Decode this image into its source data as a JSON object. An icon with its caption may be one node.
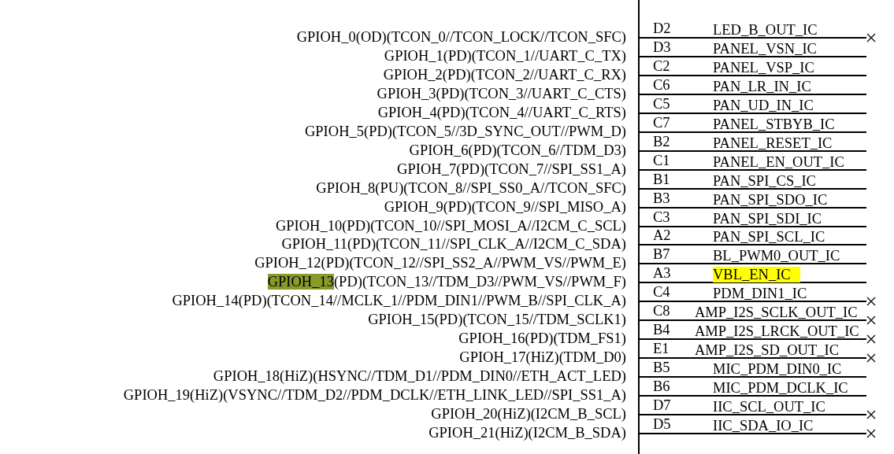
{
  "diagram": {
    "nodes": [
      {
        "text": [
          "GPIOH_0(OD)(TCON_0//TCON_LOCK//TCON_SFC)",
          "GPIOH_1(PD)(TCON_1//UART_C_TX)",
          "GPIOH_2(PD)(TCON_2//UART_C_RX)",
          "GPIOH_3(PD)(TCON_3//UART_C_CTS)",
          "GPIOH_4(PD)(TCON_4//UART_C_RTS)",
          "GPIOH_5(PD)(TCON_5//3D_SYNC_OUT//PWM_D)",
          "GPIOH_6(PD)(TCON_6//TDM_D3)",
          "GPIOH_7(PD)(TCON_7//SPI_SS1_A)",
          "GPIOH_8(PU)(TCON_8//SPI_SS0_A//TCON_SFC)",
          "GPIOH_9(PD)(TCON_9//SPI_MISO_A)",
          "GPIOH_10(PD)(TCON_10//SPI_MOSI_A//I2CM_C_SCL)",
          "GPIOH_11(PD)(TCON_11//SPI_CLK_A//I2CM_C_SDA)",
          "GPIOH_12(PD)(TCON_12//SPI_SS2_A//PWM_VS//PWM_E)",
          "GPIOH_13(PD)(TCON_13//TDM_D3//PWM_VS//PWM_F)",
          "GPIOH_14(PD)(TCON_14//MCLK_1//PDM_DIN1//PWM_B//SPI_CLK_A)",
          "GPIOH_15(PD)(TCON_15//TDM_SCLK1)",
          "GPIOH_16(PD)(TDM_FS1)",
          "GPIOH_17(HiZ)(TDM_D0)",
          "GPIOH_18(HiZ)(HSYNC//TDM_D1//PDM_DIN0//ETH_ACT_LED)",
          "GPIOH_19(HiZ)(VSYNC//TDM_D2//PDM_DCLK//ETH_LINK_LED//SPI_SS1_A)",
          "GPIOH_20(HiZ)(I2CM_B_SCL)",
          "GPIOH_21(HiZ)(I2CM_B_SDA)"
        ]
      },
      {
        "text": [
          "LED_B_OUT_IC"
        ]
      },
      {
        "text": [
          "PANEL_VSN_IC"
        ]
      },
      {
        "text": [
          "PANEL_VSP_IC"
        ]
      },
      {
        "text": [
          "PAN_LR_IN_IC"
        ]
      },
      {
        "text": [
          "PAN_UD_IN_IC"
        ]
      },
      {
        "text": [
          "PANEL_STBYB_IC"
        ]
      },
      {
        "text": [
          "PANEL_RESET_IC"
        ]
      },
      {
        "text": [
          "PANEL_EN_OUT_IC"
        ]
      },
      {
        "text": [
          "PAN_SPI_CS_IC"
        ]
      },
      {
        "text": [
          "PAN_SPI_SDO_IC"
        ]
      },
      {
        "text": [
          "PAN_SPI_SDI_IC"
        ]
      },
      {
        "text": [
          "PAN_SPI_SCL_IC"
        ]
      },
      {
        "text": [
          "BL_PWM0_OUT_IC"
        ]
      },
      {
        "text": [
          "VBL_EN_IC"
        ]
      },
      {
        "text": [
          "PDM_DIN1_IC"
        ]
      },
      {
        "text": [
          "AMP_I2S_SCLK_OUT_IC"
        ]
      },
      {
        "text": [
          "AMP_I2S_LRCK_OUT_IC"
        ]
      },
      {
        "text": [
          "AMP_I2S_SD_OUT_IC"
        ]
      },
      {
        "text": [
          "MIC_PDM_DIN0_IC"
        ]
      },
      {
        "text": [
          "MIC_PDM_DCLK_IC"
        ]
      },
      {
        "text": [
          "IIC_SCL_OUT_IC"
        ]
      },
      {
        "text": [
          "IIC_SDA_IO_IC"
        ]
      }
    ],
    "edges": [
      {
        "from": 0,
        "to": 1,
        "arrow": "none",
        "label": "D2"
      },
      {
        "from": 0,
        "to": 2,
        "arrow": "none",
        "label": "D3"
      },
      {
        "from": 0,
        "to": 3,
        "arrow": "none",
        "label": "C2"
      },
      {
        "from": 0,
        "to": 4,
        "arrow": "none",
        "label": "C6"
      },
      {
        "from": 0,
        "to": 5,
        "arrow": "none",
        "label": "C5"
      },
      {
        "from": 0,
        "to": 6,
        "arrow": "none",
        "label": "C7"
      },
      {
        "from": 0,
        "to": 7,
        "arrow": "none",
        "label": "B2"
      },
      {
        "from": 0,
        "to": 8,
        "arrow": "none",
        "label": "C1"
      },
      {
        "from": 0,
        "to": 9,
        "arrow": "none",
        "label": "B1"
      },
      {
        "from": 0,
        "to": 10,
        "arrow": "none",
        "label": "B3"
      },
      {
        "from": 0,
        "to": 11,
        "arrow": "none",
        "label": "C3"
      },
      {
        "from": 0,
        "to": 12,
        "arrow": "none",
        "label": "A2"
      },
      {
        "from": 0,
        "to": 13,
        "arrow": "none",
        "label": "B7"
      },
      {
        "from": 0,
        "to": 14,
        "arrow": "none",
        "label": "A3"
      },
      {
        "from": 0,
        "to": 15,
        "arrow": "none",
        "label": "C4"
      },
      {
        "from": 0,
        "to": 16,
        "arrow": "none",
        "label": "C8"
      },
      {
        "from": 0,
        "to": 17,
        "arrow": "none",
        "label": "B4"
      },
      {
        "from": 0,
        "to": 18,
        "arrow": "none",
        "label": "E1"
      },
      {
        "from": 0,
        "to": 19,
        "arrow": "none",
        "label": "B5"
      },
      {
        "from": 0,
        "to": 20,
        "arrow": "none",
        "label": "B6"
      },
      {
        "from": 0,
        "to": 21,
        "arrow": "none",
        "label": "D7"
      },
      {
        "from": 0,
        "to": 22,
        "arrow": "none",
        "label": "D5"
      }
    ]
  }
}
